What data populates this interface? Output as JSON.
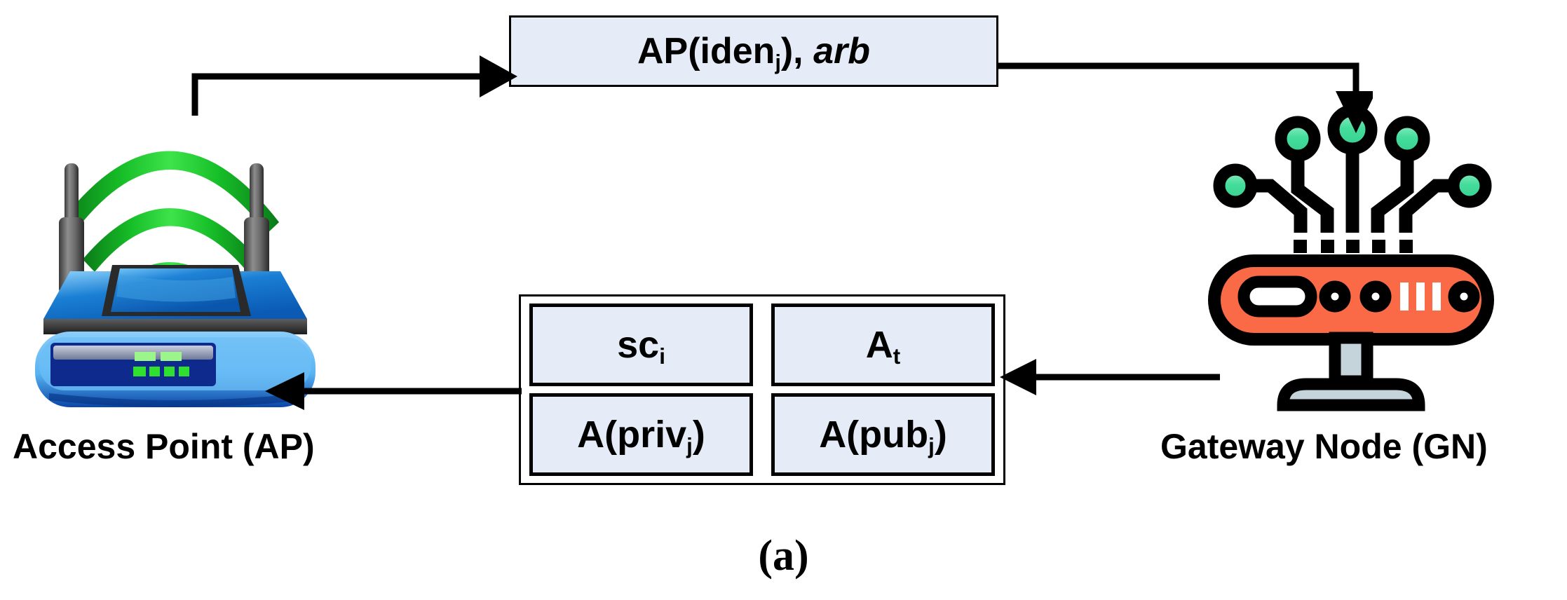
{
  "figure": {
    "caption": "(a)",
    "background_color": "#ffffff"
  },
  "nodes": {
    "access_point": {
      "label": "Access Point (AP)",
      "icon": "wifi-router-icon",
      "colors": {
        "body_blue": "#1a7fd4",
        "body_light_blue": "#63b8f0",
        "body_dark_blue": "#0b3fa0",
        "antenna_gray": "#6e6e6e",
        "signal_green": "#12b324",
        "led_green": "#3ef03e"
      }
    },
    "gateway_node": {
      "label": "Gateway Node (GN)",
      "icon": "gateway-node-icon",
      "colors": {
        "body_orange": "#fb6a47",
        "outline_black": "#000000",
        "node_green": "#45dd9c",
        "stand_gray": "#c5d3da"
      }
    }
  },
  "messages": {
    "top": {
      "id": "message-ap-to-gn",
      "direction": "ap-to-gn",
      "text_plain": "AP(idenj), arb",
      "parts": [
        {
          "text": "AP(iden",
          "style": "bold"
        },
        {
          "text": "j",
          "style": "bold-subscript"
        },
        {
          "text": "), ",
          "style": "bold"
        },
        {
          "text": "arb",
          "style": "bold-italic"
        }
      ],
      "fill_color": "#e6ecf7",
      "border_color": "#000000"
    },
    "bottom": {
      "id": "message-gn-to-ap",
      "direction": "gn-to-ap",
      "fill_color": "#e6ecf7",
      "border_color": "#000000",
      "cells": [
        {
          "id": "cell-sc-i",
          "base": "sc",
          "sub": "i",
          "text_plain": "sci"
        },
        {
          "id": "cell-a-t",
          "base": "A",
          "sub": "t",
          "text_plain": "At"
        },
        {
          "id": "cell-a-priv-j",
          "base": "A(priv",
          "sub": "j",
          "suffix": ")",
          "text_plain": "A(privj)"
        },
        {
          "id": "cell-a-pub-j",
          "base": "A(pub",
          "sub": "j",
          "suffix": ")",
          "text_plain": "A(pubj)"
        }
      ]
    }
  },
  "arrows": [
    {
      "id": "arrow-ap-up-right-to-topbox",
      "from": "access-point",
      "to": "message-ap-to-gn",
      "head": "right"
    },
    {
      "id": "arrow-topbox-right-down-to-gn",
      "from": "message-ap-to-gn",
      "to": "gateway-node",
      "head": "down"
    },
    {
      "id": "arrow-gn-left-to-table",
      "from": "gateway-node",
      "to": "message-gn-to-ap",
      "head": "left"
    },
    {
      "id": "arrow-table-left-to-ap",
      "from": "message-gn-to-ap",
      "to": "access-point",
      "head": "left"
    }
  ]
}
